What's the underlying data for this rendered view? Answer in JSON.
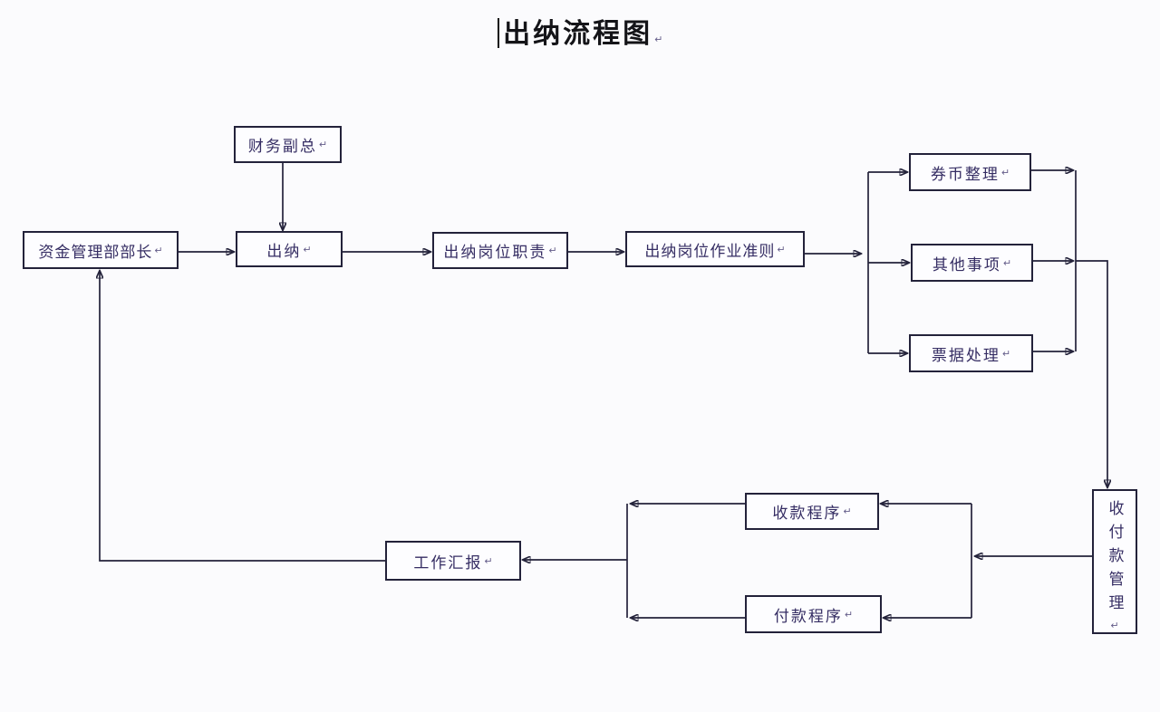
{
  "title": {
    "text": "出纳流程图",
    "mark": "↵"
  },
  "marks": {
    "return": "↵"
  },
  "colors": {
    "background": "#fbfbfd",
    "box_border": "#23223a",
    "line": "#23223a",
    "text": "#352d63",
    "title_text": "#141418"
  },
  "nodes": [
    {
      "id": "finance-vp",
      "label": "财务副总"
    },
    {
      "id": "fund-dept-head",
      "label": "资金管理部部长"
    },
    {
      "id": "cashier",
      "label": "出纳"
    },
    {
      "id": "cashier-duties",
      "label": "出纳岗位职责"
    },
    {
      "id": "cashier-work-rules",
      "label": "出纳岗位作业准则"
    },
    {
      "id": "currency-sorting",
      "label": "券币整理"
    },
    {
      "id": "other-matters",
      "label": "其他事项"
    },
    {
      "id": "bill-processing",
      "label": "票据处理"
    },
    {
      "id": "receipt-payment-mgmt",
      "label": "收付款管理"
    },
    {
      "id": "receipt-procedure",
      "label": "收款程序"
    },
    {
      "id": "payment-procedure",
      "label": "付款程序"
    },
    {
      "id": "work-report",
      "label": "工作汇报"
    }
  ],
  "edges": [
    {
      "from": "finance-vp",
      "to": "cashier"
    },
    {
      "from": "fund-dept-head",
      "to": "cashier"
    },
    {
      "from": "cashier",
      "to": "cashier-duties"
    },
    {
      "from": "cashier-duties",
      "to": "cashier-work-rules"
    },
    {
      "from": "cashier-work-rules",
      "to": "currency-sorting"
    },
    {
      "from": "cashier-work-rules",
      "to": "other-matters"
    },
    {
      "from": "cashier-work-rules",
      "to": "bill-processing"
    },
    {
      "from": "currency-sorting",
      "to": "receipt-payment-mgmt"
    },
    {
      "from": "other-matters",
      "to": "receipt-payment-mgmt"
    },
    {
      "from": "bill-processing",
      "to": "receipt-payment-mgmt"
    },
    {
      "from": "receipt-payment-mgmt",
      "to": "receipt-procedure"
    },
    {
      "from": "receipt-payment-mgmt",
      "to": "payment-procedure"
    },
    {
      "from": "receipt-procedure",
      "to": "work-report"
    },
    {
      "from": "payment-procedure",
      "to": "work-report"
    },
    {
      "from": "work-report",
      "to": "fund-dept-head"
    }
  ]
}
